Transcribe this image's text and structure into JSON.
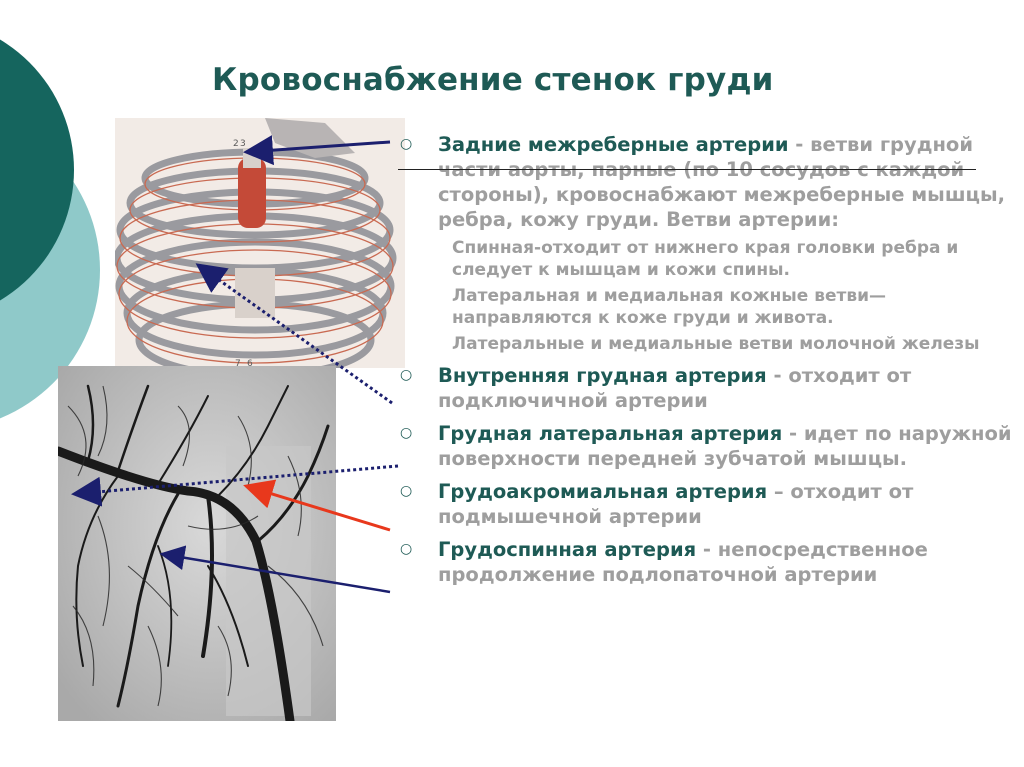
{
  "slide": {
    "title": "Кровоснабжение стенок груди",
    "colors": {
      "title": "#1e5a55",
      "term": "#1e5a55",
      "text": "#9e9e9e",
      "circle_dark": "#15655e",
      "circle_light": "#8fc9c9",
      "arrow_blue": "#1b1f6e",
      "arrow_red": "#e8381c"
    },
    "figures": {
      "ribcage_image": "ribcage-illustration",
      "angiogram_image": "arterial-angiogram"
    },
    "items": [
      {
        "term": "Задние межреберные артерии",
        "desc": " - ветви грудной части аорты, парные (по 10 сосудов с каждой стороны), кровоснабжают межреберные мышцы, ребра, кожу груди. Ветви артерии:",
        "subs": [
          {
            "term": "Спинная",
            "desc": "-отходит от нижнего края головки ребра и следует к мышцам и кожи спины."
          },
          {
            "term": "Латеральная и медиальная кожные ветви",
            "desc": "—направляются к коже груди и живота."
          },
          {
            "term": "Латеральные и медиальные ветви молочной железы",
            "desc": ""
          }
        ]
      },
      {
        "term": "Внутренняя грудная артерия",
        "desc": " - отходит от подключичной артерии"
      },
      {
        "term": "Грудная латеральная артерия",
        "desc": " - идет по наружной  поверхности передней зубчатой мышцы."
      },
      {
        "term": "Грудоакромиальная артерия",
        "desc": " – отходит от подмышечной артерии"
      },
      {
        "term": "Грудоспинная артерия",
        "desc": " - непосредственное продолжение подлопаточной артерии"
      }
    ]
  }
}
